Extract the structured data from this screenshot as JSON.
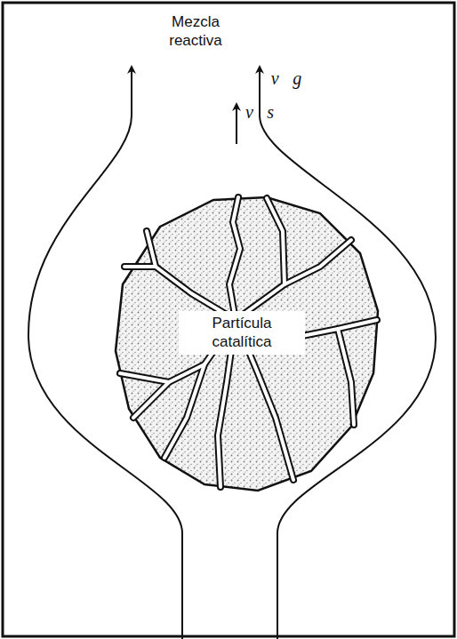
{
  "diagram": {
    "labels": [
      "Mezcla reactiva",
      "v⃗g",
      "v⃗s",
      "Partícula catalítica"
    ]
  }
}
